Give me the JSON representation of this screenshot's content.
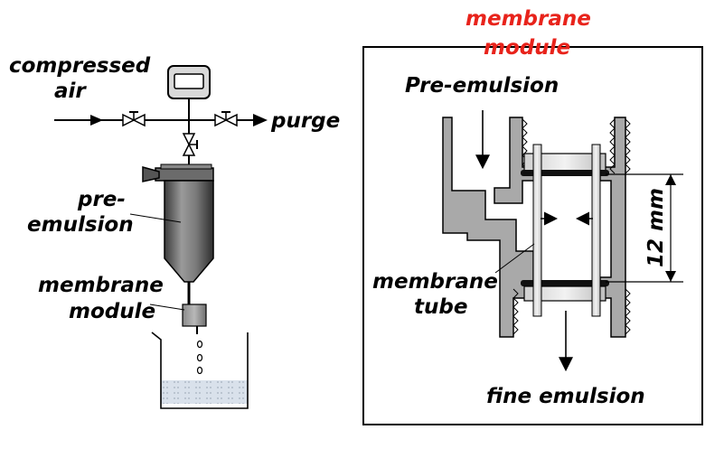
{
  "left": {
    "compressed_air_1": "compressed",
    "compressed_air_2": "air",
    "purge": "purge",
    "pre_emulsion_1": "pre-",
    "pre_emulsion_2": "emulsion",
    "membrane_module_1": "membrane",
    "membrane_module_2": "module"
  },
  "right": {
    "title_1": "membrane",
    "title_2": "module",
    "pre_emulsion": "Pre-emulsion",
    "membrane_tube_1": "membrane",
    "membrane_tube_2": "tube",
    "fine_emulsion": "fine emulsion",
    "dimension": "12 mm"
  },
  "colors": {
    "title_red": "#e8231b",
    "module_gray": "#a9a9a9",
    "liquid_blue": "#d6dee8"
  }
}
